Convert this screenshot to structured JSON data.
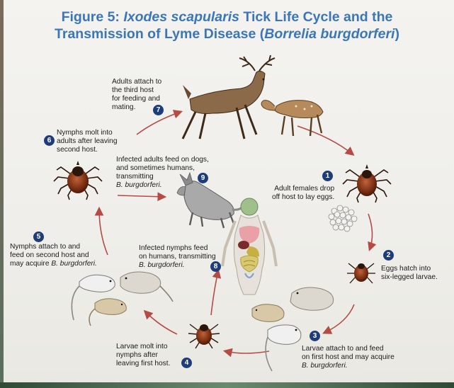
{
  "title": {
    "prefix": "Figure 5: ",
    "species": "Ixodes scapularis",
    "middle": " Tick Life Cycle and the",
    "line2_start": "Transmission of Lyme Disease (",
    "bacterium": "Borrelia burgdorferi",
    "line2_end": ")"
  },
  "stages": [
    {
      "number": "1",
      "lines": [
        "Adult females drop",
        "off host to lay eggs."
      ]
    },
    {
      "number": "2",
      "lines": [
        "Eggs hatch into",
        "six-legged larvae."
      ]
    },
    {
      "number": "3",
      "lines": [
        "Larvae attach to and feed",
        "on first host and may acquire"
      ],
      "italic": "B. burgdorferi."
    },
    {
      "number": "4",
      "lines": [
        "Larvae molt into",
        "nymphs after",
        "leaving first host."
      ]
    },
    {
      "number": "5",
      "lines": [
        "Nymphs attach to and",
        "feed on second host and"
      ],
      "mixed": {
        "text": "may acquire ",
        "italic": "B. burgdorferi."
      }
    },
    {
      "number": "6",
      "lines": [
        "Nymphs molt into",
        "adults after leaving",
        "second host."
      ]
    },
    {
      "number": "7",
      "lines": [
        "Adults attach to",
        "the third host",
        "for feeding and",
        "mating."
      ]
    },
    {
      "number": "8",
      "lines": [
        "Infected nymphs feed",
        "on humans, transmitting"
      ],
      "italic": "B. burgdorferi."
    },
    {
      "number": "9",
      "lines": [
        "Infected adults feed on dogs,",
        "and sometimes humans,",
        "transmitting"
      ],
      "italic": "B. burgdorferi."
    }
  ],
  "colors": {
    "title": "#3a76b8",
    "badge": "#1f3c7a",
    "arrow": "#b64a45",
    "tick_body": "#8a3a1a"
  },
  "icons": [
    "deer-icon",
    "fawn-icon",
    "tick-icon",
    "egg-cluster-icon",
    "mouse-icon",
    "dog-icon",
    "human-anatomy-icon"
  ]
}
